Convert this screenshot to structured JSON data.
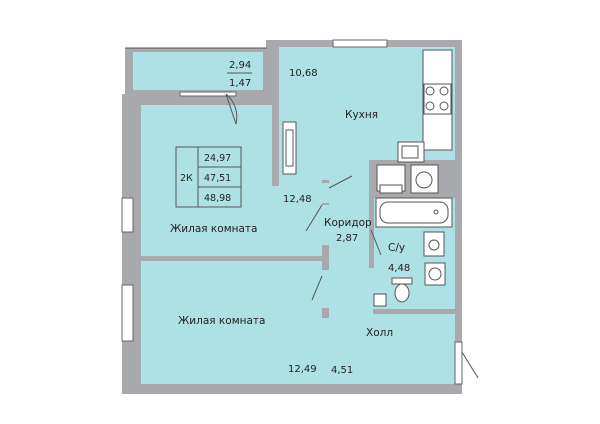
{
  "balcony": {
    "area_1": "2,94",
    "area_2": "1,47"
  },
  "summary_table": {
    "rooms_label": "2К",
    "living_area": "24,97",
    "total_area": "47,51",
    "total_area_with_balcony": "48,98"
  },
  "kitchen": {
    "area": "10,68",
    "label": "Кухня"
  },
  "living_room_1": {
    "area": "12,48",
    "label": "Жилая комната"
  },
  "corridor": {
    "label": "Коридор",
    "area": "2,87"
  },
  "bathroom": {
    "label": "С/у",
    "area": "4,48"
  },
  "living_room_2": {
    "area": "12,49",
    "label": "Жилая комната"
  },
  "hall": {
    "area": "4,51",
    "label": "Холл"
  },
  "colors": {
    "room_fill": "#aee1e6",
    "wall": "#a7a9ac"
  }
}
